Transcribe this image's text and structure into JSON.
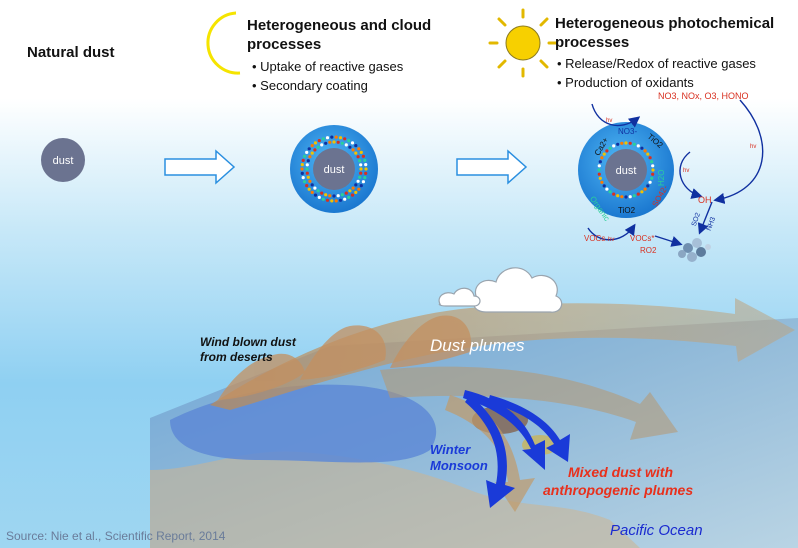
{
  "header": {
    "natural_dust": "Natural dust",
    "cloud": {
      "title_line1": "Heterogeneous and cloud",
      "title_line2": "processes",
      "bullets": [
        "• Uptake of reactive gases",
        "• Secondary coating"
      ]
    },
    "photo": {
      "title_line1": "Heterogeneous photochemical",
      "title_line2": "processes",
      "bullets": [
        "• Release/Redox of reactive gases",
        "• Production of oxidants"
      ]
    }
  },
  "particles": {
    "dust_label": "dust"
  },
  "chem": {
    "top_species": "NO3, NOx, O3, HONO",
    "hv": "hv",
    "no3": "NO3-",
    "ca": "Ca2+",
    "tio2": "TiO2",
    "h2o": "H2O",
    "organic": "Organic",
    "so4": "SO42-",
    "oh": "OH",
    "so2": "SO2",
    "nh3": "NH3",
    "vocs": "VOCs",
    "vocs_star": "VOCs*",
    "ro2": "RO2"
  },
  "map": {
    "wind_blown_line1": "Wind blown dust",
    "wind_blown_line2": "from deserts",
    "dust_plumes": "Dust plumes",
    "winter_line1": "Winter",
    "winter_line2": "Monsoon",
    "mixed_line1": "Mixed dust with",
    "mixed_line2": "anthropogenic plumes",
    "pacific": "Pacific Ocean",
    "source": "Source: Nie et al., Scientific Report, 2014"
  },
  "colors": {
    "sky_top": "#ffffff",
    "sky_bottom": "#8fd0f2",
    "particle_ring": "#2a8fe0",
    "dust_core": "#6b7390",
    "plume": "#c8a070",
    "monsoon_arrow": "#1a3ad8",
    "mixed_text": "#e8301c",
    "chem_red": "#d83020",
    "chem_blue": "#1030a0",
    "moon": "#f5e400",
    "sun": "#f7d000"
  }
}
